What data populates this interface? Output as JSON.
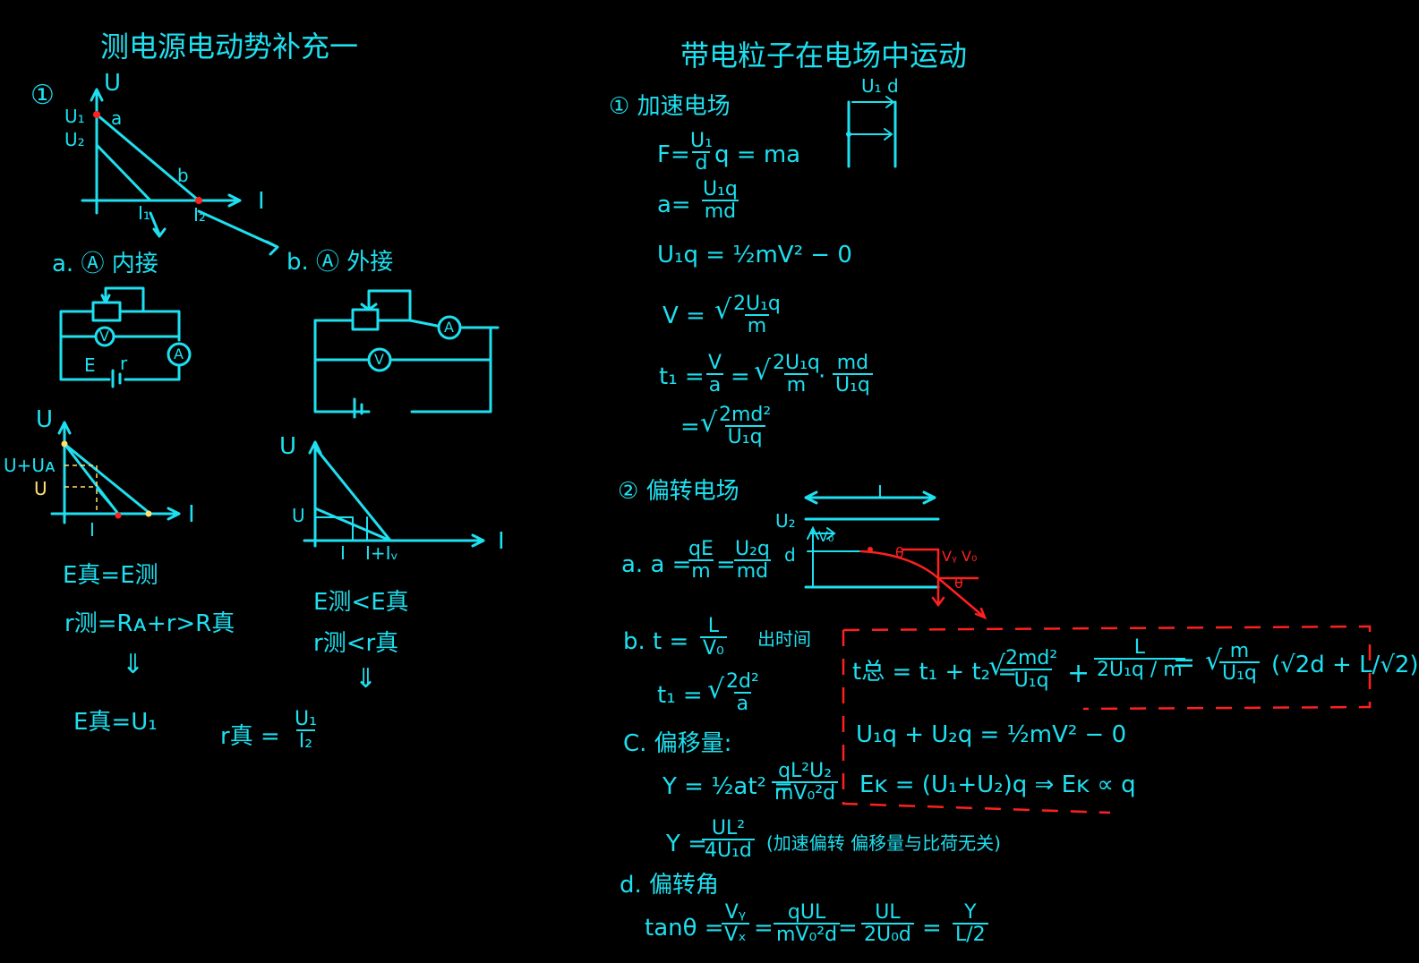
{
  "left": {
    "title": "测电源电动势补充一",
    "circ1": "①",
    "axis_u": "U",
    "u1": "U₁",
    "u2": "U₂",
    "pt_a": "a",
    "pt_b": "b",
    "axis_i": "I",
    "i1": "I₁",
    "i2": "I₂",
    "a_label": "a. Ⓐ 内接",
    "b_label": "b. Ⓐ 外接",
    "ammeter": "A",
    "voltmeter": "V",
    "emf_e": "E",
    "res_r": "r",
    "g2_u": "U",
    "g2_upu": "U+Uᴀ",
    "g2_uv": "U",
    "g2_i": "I",
    "g2_ilab": "I",
    "g3_u": "U",
    "g3_uv": "U",
    "g3_i": "I",
    "g3_ilab": "I",
    "g3_iiv": "I+Iᵥ",
    "eq1": "E真=E测",
    "eq2": "r测=Rᴀ+r>R真",
    "eq3": "E测<E真",
    "eq4": "r测<r真",
    "arrow": "⇓",
    "res1": "E真=U₁",
    "res2_lhs": "r真 =",
    "res2_num": "U₁",
    "res2_den": "I₂"
  },
  "right": {
    "title": "带电粒子在电场中运动",
    "s1": "① 加速电场",
    "plate_label": "U₁ d",
    "f_lhs": "F=",
    "f_num": "U₁",
    "f_den": "d",
    "f_rhs": "q = ma",
    "a_lhs": "a=",
    "a_num": "U₁q",
    "a_den": "md",
    "work": "U₁q = ½mV² − 0",
    "v_lhs": "V =",
    "v_num": "2U₁q",
    "v_den": "m",
    "t1_lhs": "t₁ =",
    "t1_n1": "V",
    "t1_d1": "a",
    "t1_eq": "=",
    "t1_n2": "2U₁q",
    "t1_d2": "m",
    "t1_dot": "·",
    "t1_n3": "md",
    "t1_d3": "U₁q",
    "t1b_eq": "=",
    "t1b_num": "2md²",
    "t1b_den": "U₁q",
    "s2": "② 偏转电场",
    "len_l": "L",
    "u2": "U₂",
    "v0": "V₀",
    "d": "d",
    "theta": "θ",
    "vy_v0": "Vᵧ V₀",
    "a2_lhs": "a. a =",
    "a2_n1": "qE",
    "a2_d1": "m",
    "a2_eq": "=",
    "a2_n2": "U₂q",
    "a2_d2": "md",
    "b_lhs": "b. t =",
    "b_num": "L",
    "b_den": "V₀",
    "b_note": "出时间",
    "t1r_lhs": "t₁ =",
    "t1r_num": "2d²",
    "t1r_den": "a",
    "c_lbl": "C. 偏移量:",
    "y1_lhs": "Y = ½at² =",
    "y1_num": "qL²U₂",
    "y1_den": "mV₀²d",
    "y2_lhs": "Y =",
    "y2_num": "UL²",
    "y2_den": "4U₁d",
    "y2_note": "(加速偏转 偏移量与比荷无关)",
    "d_lbl": "d. 偏转角",
    "tan_lhs": "tanθ =",
    "tan_n1": "Vᵧ",
    "tan_d1": "Vₓ",
    "tan_eq1": "=",
    "tan_n2": "qUL",
    "tan_d2": "mV₀²d",
    "tan_eq2": "=",
    "tan_n3": "UL",
    "tan_d3": "2U₀d",
    "tan_eq3": "=",
    "tan_n4": "Y",
    "tan_d4": "L/2",
    "box_lhs": "t总 = t₁ + t₂ =",
    "box_n1": "2md²",
    "box_d1": "U₁q",
    "box_plus": "+",
    "box_n2": "L",
    "box_d2": "2U₁q / m",
    "box_eq": "=",
    "box_n3": "m",
    "box_d3": "U₁q",
    "box_tail": "(√2d + L/√2)",
    "energy1": "U₁q + U₂q = ½mV² − 0",
    "energy2": "Eᴋ = (U₁+U₂)q ⇒ Eᴋ ∝ q"
  },
  "colors": {
    "ink": "#1ee0f0",
    "red": "#ff2020",
    "yellow": "#ffe070",
    "background": "#000000"
  }
}
